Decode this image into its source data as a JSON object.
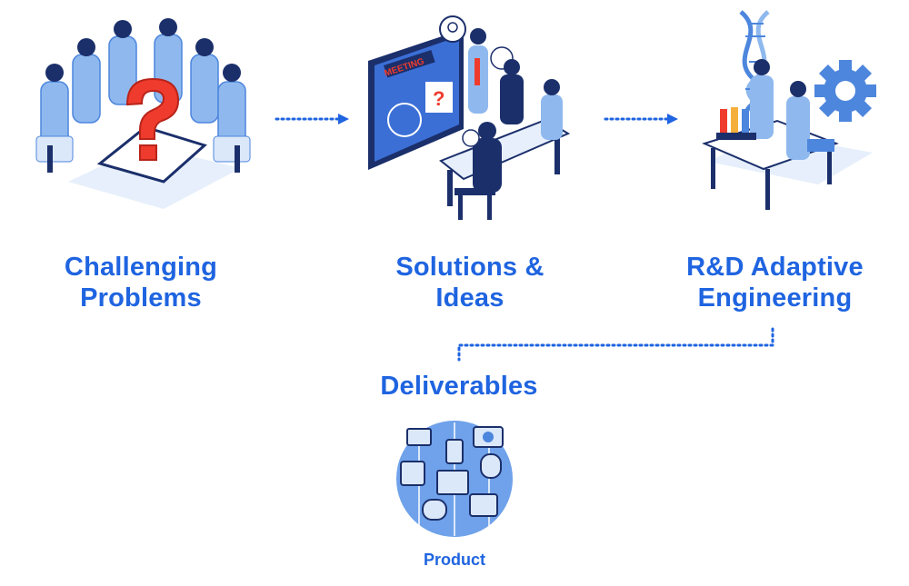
{
  "steps": [
    {
      "line1": "Challenging",
      "line2": "Problems",
      "icon": "group-question-icon"
    },
    {
      "line1": "Solutions &",
      "line2": "Ideas",
      "icon": "meeting-icon"
    },
    {
      "line1": "R&D Adaptive",
      "line2": "Engineering",
      "icon": "lab-dna-gear-icon"
    }
  ],
  "deliverables": {
    "title": "Deliverables",
    "product_label": "Product",
    "icon": "product-circle-icon"
  },
  "meeting_board_text": "MEETING",
  "colors": {
    "primary_blue": "#1f64e0",
    "light_blue": "#8fb9ee",
    "mid_blue": "#4d86dd",
    "navy": "#1b2f6b",
    "red": "#ef3b2d",
    "pale": "#e6effb"
  }
}
